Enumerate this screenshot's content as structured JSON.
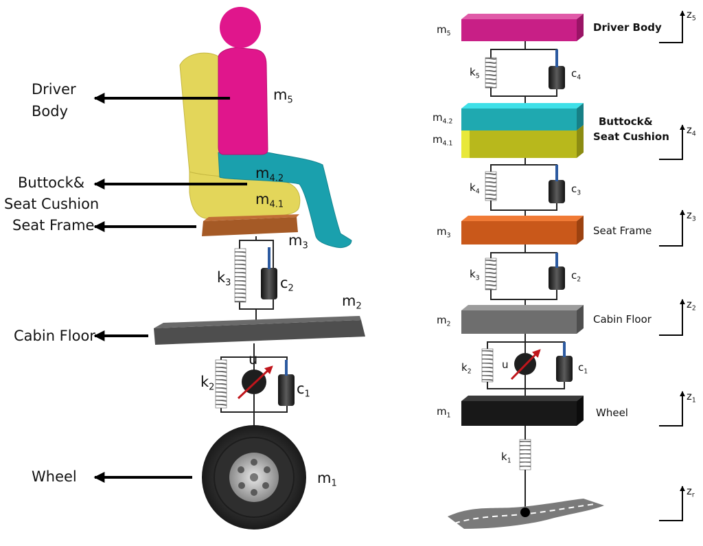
{
  "left": {
    "labels": {
      "driver_body_1": "Driver",
      "driver_body_2": "Body",
      "buttock_1": "Buttock&",
      "buttock_2": "Seat Cushion",
      "seat_frame": "Seat Frame",
      "cabin_floor": "Cabin Floor",
      "wheel": "Wheel"
    },
    "symbols": {
      "m5": {
        "base": "m",
        "sub": "5"
      },
      "m42": {
        "base": "m",
        "sub": "4.2"
      },
      "m41": {
        "base": "m",
        "sub": "4.1"
      },
      "m3": {
        "base": "m",
        "sub": "3"
      },
      "m2": {
        "base": "m",
        "sub": "2"
      },
      "m1": {
        "base": "m",
        "sub": "1"
      },
      "k3": {
        "base": "k",
        "sub": "3"
      },
      "c2": {
        "base": "c",
        "sub": "2"
      },
      "k2": {
        "base": "k",
        "sub": "2"
      },
      "c1": {
        "base": "c",
        "sub": "1"
      },
      "u": "u"
    }
  },
  "right": {
    "labels": {
      "driver_body": "Driver Body",
      "buttock_1": "Buttock&",
      "buttock_2": "Seat Cushion",
      "seat_frame": "Seat Frame",
      "cabin_floor": "Cabin Floor",
      "wheel": "Wheel"
    },
    "symbols": {
      "m5": {
        "base": "m",
        "sub": "5"
      },
      "k5": {
        "base": "k",
        "sub": "5"
      },
      "c4": {
        "base": "c",
        "sub": "4"
      },
      "m42": {
        "base": "m",
        "sub": "4.2"
      },
      "m41": {
        "base": "m",
        "sub": "4.1"
      },
      "k4": {
        "base": "k",
        "sub": "4"
      },
      "c3": {
        "base": "c",
        "sub": "3"
      },
      "m3": {
        "base": "m",
        "sub": "3"
      },
      "k3": {
        "base": "k",
        "sub": "3"
      },
      "c2": {
        "base": "c",
        "sub": "2"
      },
      "m2": {
        "base": "m",
        "sub": "2"
      },
      "k2": {
        "base": "k",
        "sub": "2"
      },
      "u": "u",
      "c1": {
        "base": "c",
        "sub": "1"
      },
      "m1": {
        "base": "m",
        "sub": "1"
      },
      "k1": {
        "base": "k",
        "sub": "1"
      },
      "z5": {
        "base": "z",
        "sub": "5"
      },
      "z4": {
        "base": "z",
        "sub": "4"
      },
      "z3": {
        "base": "z",
        "sub": "3"
      },
      "z2": {
        "base": "z",
        "sub": "2"
      },
      "z1": {
        "base": "z",
        "sub": "1"
      },
      "zr": {
        "base": "z",
        "sub": "r"
      }
    }
  },
  "colors": {
    "driver_body": "#e0168c",
    "legs": "#1aa0ad",
    "seat_cushion": "#e3d65a",
    "seat_frame": "#a55a26",
    "cabin_floor": "#555555",
    "tire": "#2a2a2a",
    "rim": "#a8a8a8",
    "right_m5": "#c81f86",
    "right_m42": "#2fc7cf",
    "right_m41": "#cfcf1e",
    "right_m3": "#d2611f",
    "right_m2": "#7a7a7a",
    "right_m1": "#181818",
    "road": "#7a7a7a",
    "actuator_arrow": "#c0161c",
    "damper_rod": "#2c5aa0"
  }
}
